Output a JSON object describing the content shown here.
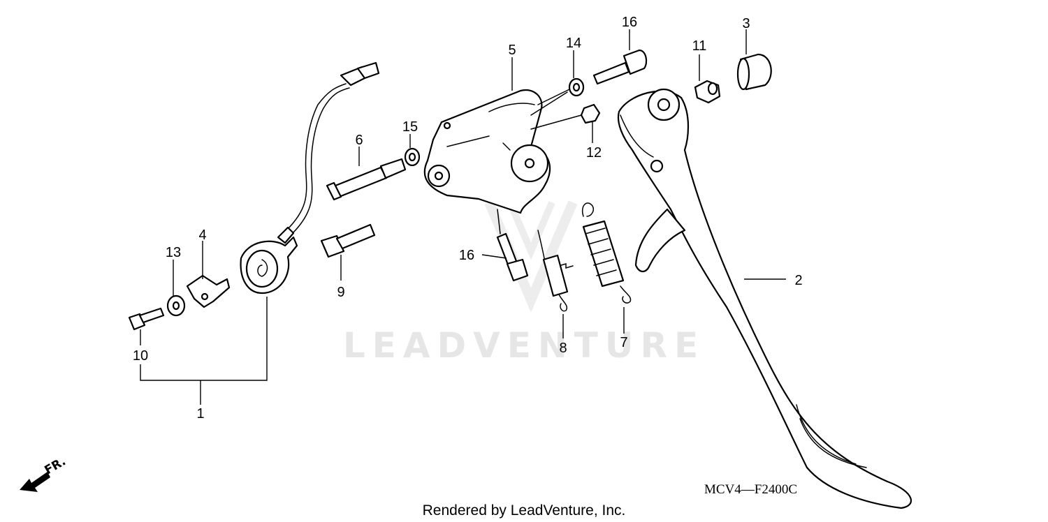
{
  "diagram": {
    "callouts": [
      {
        "id": "c1",
        "text": "1"
      },
      {
        "id": "c2",
        "text": "2"
      },
      {
        "id": "c3",
        "text": "3"
      },
      {
        "id": "c4",
        "text": "4"
      },
      {
        "id": "c5",
        "text": "5"
      },
      {
        "id": "c6",
        "text": "6"
      },
      {
        "id": "c7",
        "text": "7"
      },
      {
        "id": "c8",
        "text": "8"
      },
      {
        "id": "c9",
        "text": "9"
      },
      {
        "id": "c10",
        "text": "10"
      },
      {
        "id": "c11",
        "text": "11"
      },
      {
        "id": "c12",
        "text": "12"
      },
      {
        "id": "c13",
        "text": "13"
      },
      {
        "id": "c14",
        "text": "14"
      },
      {
        "id": "c15",
        "text": "15"
      },
      {
        "id": "c16a",
        "text": "16"
      },
      {
        "id": "c16b",
        "text": "16"
      }
    ],
    "diagram_code": "MCV4—F2400C",
    "direction_label": "FR.",
    "watermark": "LEADVENTURE",
    "footer": "Rendered by LeadVenture, Inc."
  }
}
